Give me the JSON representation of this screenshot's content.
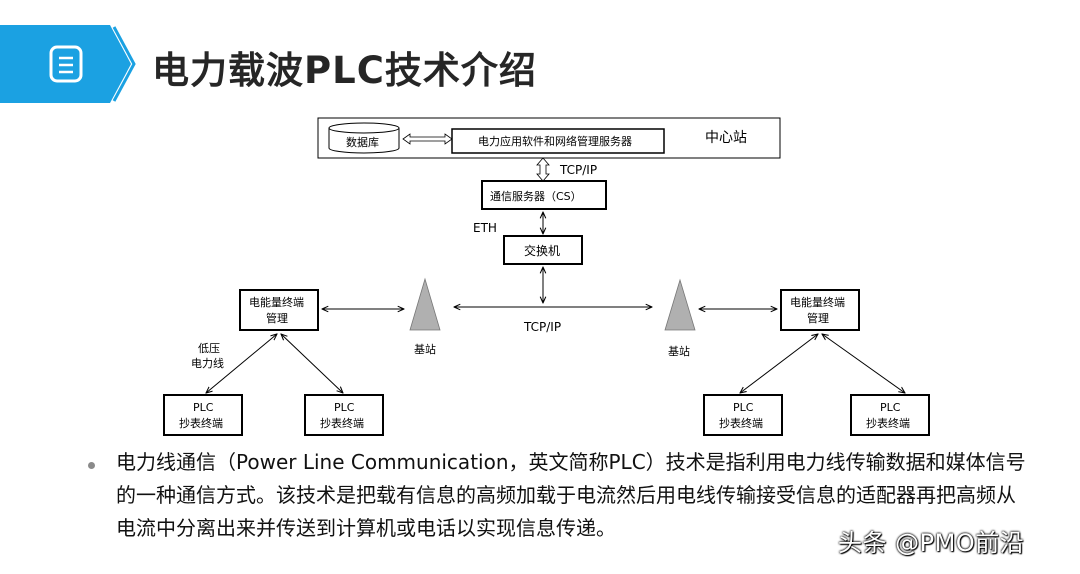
{
  "page": {
    "title": "电力载波PLC技术介绍",
    "icon": "document-icon",
    "accent_color": "#1ba1e2"
  },
  "diagram": {
    "center_station_label": "中心站",
    "database": "数据库",
    "app_server": "电力应用软件和网络管理服务器",
    "tcpip_top": "TCP/IP",
    "comm_server": "通信服务器（CS）",
    "eth": "ETH",
    "switch": "交换机",
    "tcpip_mid": "TCP/IP",
    "base_station_left": "基站",
    "base_station_right": "基站",
    "energy_mgmt_left": [
      "电能量终端",
      "管理"
    ],
    "energy_mgmt_right": [
      "电能量终端",
      "管理"
    ],
    "low_voltage_line": [
      "低压",
      "电力线"
    ],
    "plc_terminal_1": [
      "PLC",
      "抄表终端"
    ],
    "plc_terminal_2": [
      "PLC",
      "抄表终端"
    ],
    "plc_terminal_3": [
      "PLC",
      "抄表终端"
    ],
    "plc_terminal_4": [
      "PLC",
      "抄表终端"
    ]
  },
  "description": {
    "text": "电力线通信（Power Line Communication，英文简称PLC）技术是指利用电力线传输数据和媒体信号的一种通信方式。该技术是把载有信息的高频加载于电流然后用电线传输接受信息的适配器再把高频从电流中分离出来并传送到计算机或电话以实现信息传递。"
  },
  "watermark": {
    "text": "头条 @PMO前沿"
  }
}
